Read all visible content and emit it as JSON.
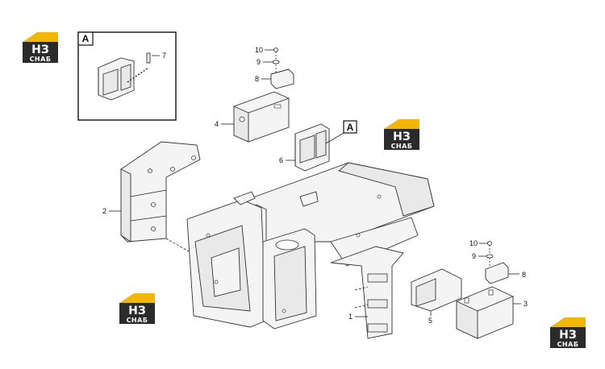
{
  "logo": {
    "letters": "НЗ",
    "subtitle": "СНАБ",
    "colors": {
      "roof": "#f2b705",
      "body": "#2b2b2b",
      "text": "#ffffff"
    }
  },
  "detail_view": {
    "letter": "A"
  },
  "callouts": {
    "c1": "1",
    "c2": "2",
    "c3": "3",
    "c4": "4",
    "c5": "5",
    "c6": "6",
    "c7": "7",
    "c8_top": "8",
    "c9_top": "9",
    "c10_top": "10",
    "c8_right": "8",
    "c9_right": "9",
    "c10_right": "10"
  },
  "view_reference": "A"
}
